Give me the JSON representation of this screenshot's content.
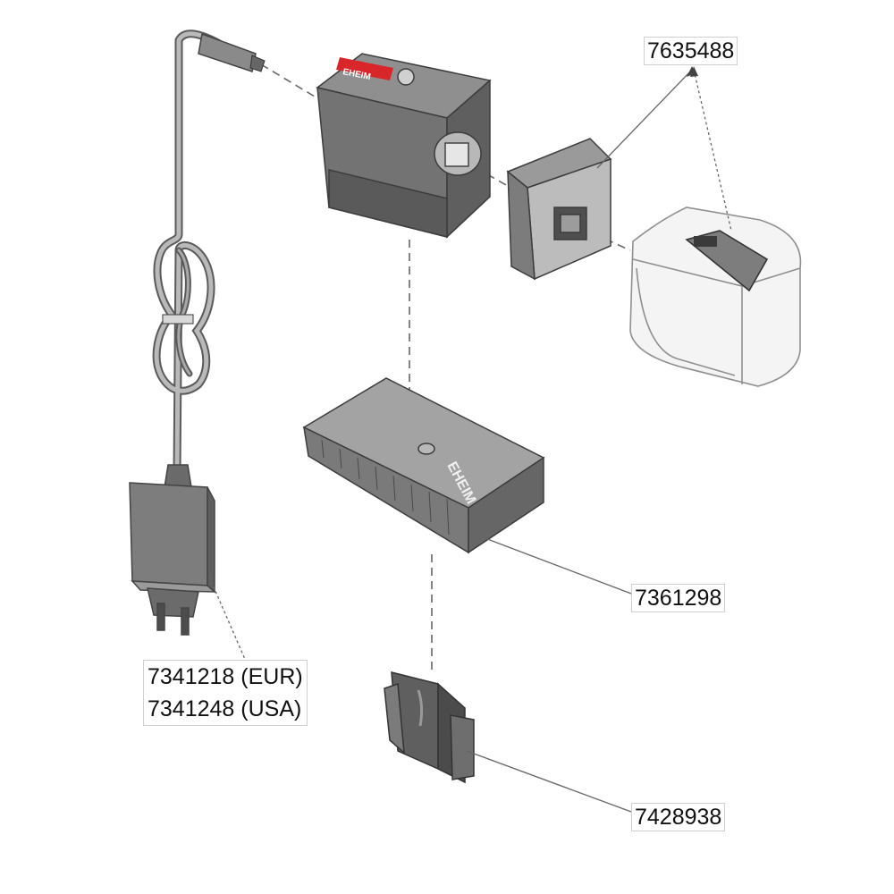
{
  "parts": [
    {
      "id": "lid-set",
      "number": "7635488"
    },
    {
      "id": "motor-base",
      "number": "7361298"
    },
    {
      "id": "power-supply",
      "lines": [
        "7341218 (EUR)",
        "7341248 (USA)"
      ]
    },
    {
      "id": "clip-holder",
      "number": "7428938"
    }
  ],
  "brand": "EHEIM",
  "colors": {
    "part_dark": "#6b6b6b",
    "part_mid": "#8d8d8d",
    "part_light": "#b5b5b5",
    "line": "#555555",
    "logo_red": "#d8262a",
    "transparent_outline": "#9a9a9a"
  }
}
